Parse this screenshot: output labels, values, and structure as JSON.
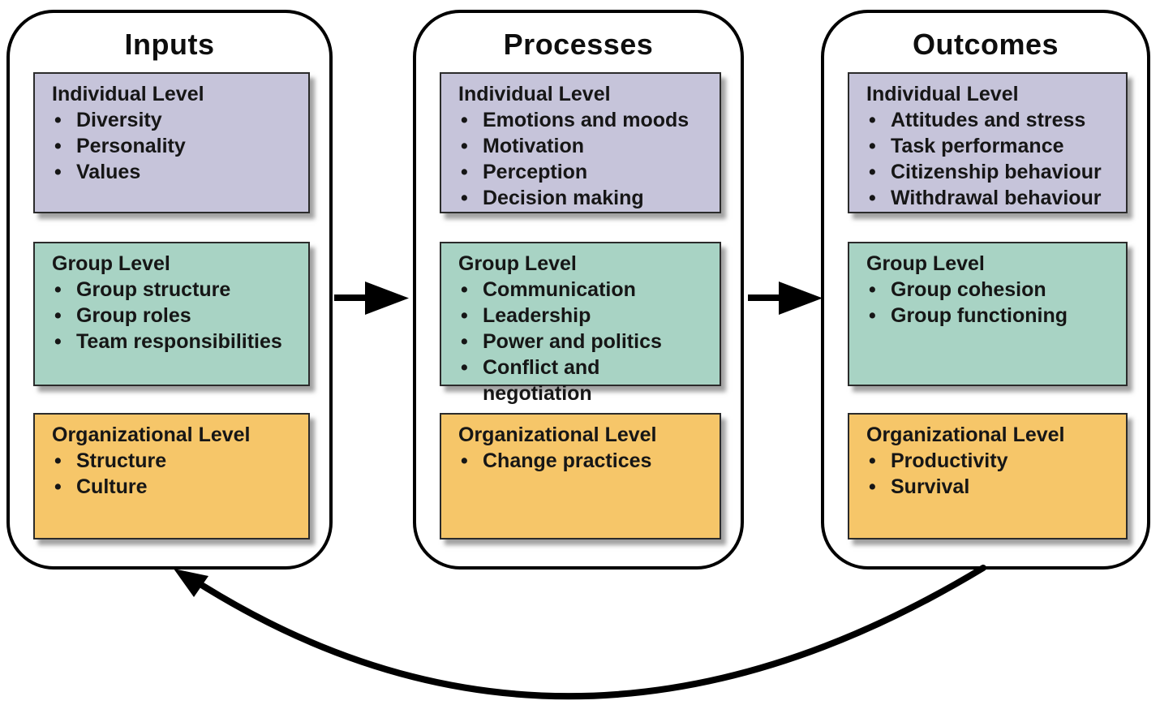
{
  "panels": [
    {
      "title": "Inputs",
      "boxes": [
        {
          "heading": "Individual Level",
          "level": "individual",
          "items": [
            "Diversity",
            "Personality",
            "Values"
          ]
        },
        {
          "heading": "Group Level",
          "level": "group",
          "items": [
            "Group structure",
            "Group roles",
            "Team responsibilities"
          ]
        },
        {
          "heading": "Organizational Level",
          "level": "organizational",
          "items": [
            "Structure",
            "Culture"
          ]
        }
      ]
    },
    {
      "title": "Processes",
      "boxes": [
        {
          "heading": "Individual Level",
          "level": "individual",
          "items": [
            "Emotions and moods",
            "Motivation",
            "Perception",
            "Decision making"
          ]
        },
        {
          "heading": "Group Level",
          "level": "group",
          "items": [
            "Communication",
            "Leadership",
            "Power and politics",
            "Conflict and negotiation"
          ]
        },
        {
          "heading": "Organizational Level",
          "level": "organizational",
          "items": [
            "Change practices"
          ]
        }
      ]
    },
    {
      "title": "Outcomes",
      "boxes": [
        {
          "heading": "Individual Level",
          "level": "individual",
          "items": [
            "Attitudes and stress",
            "Task performance",
            "Citizenship behaviour",
            "Withdrawal behaviour"
          ]
        },
        {
          "heading": "Group Level",
          "level": "group",
          "items": [
            "Group cohesion",
            "Group functioning"
          ]
        },
        {
          "heading": "Organizational Level",
          "level": "organizational",
          "items": [
            "Productivity",
            "Survival"
          ]
        }
      ]
    }
  ],
  "colors": {
    "individual": "#c6c4da",
    "group": "#a8d3c4",
    "organizational": "#f6c669",
    "arrow": "#000000"
  }
}
